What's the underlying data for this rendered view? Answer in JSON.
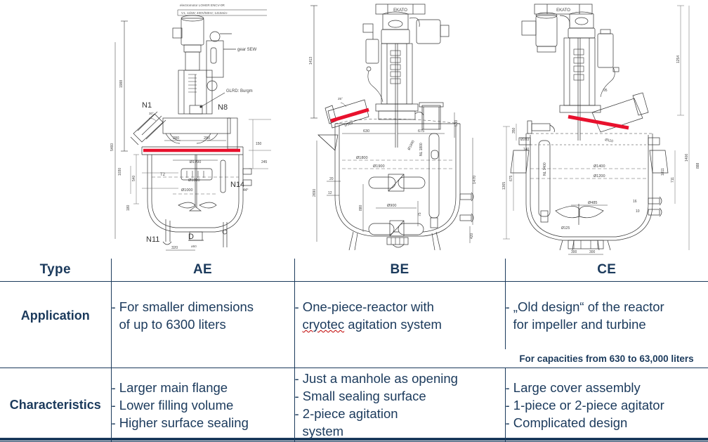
{
  "slide": {
    "title": "Reactor type comparison AE / BE / CE"
  },
  "drawings": [
    {
      "id": "drawing-ae",
      "name": "reactor-drawing-ae",
      "type_code": "AE",
      "accent_color": "#e8112d",
      "annotations": [
        "electromotor LOHER ENCV-0R",
        "V1, 11kW; 400V/50Hz; 1415min-",
        "gear SEW",
        "GLRD: Burgma",
        "N1",
        "N8",
        "N11",
        "N14",
        "D",
        "T2",
        "280",
        "280",
        "Ø1700",
        "Ø1800",
        "Ø800",
        "Ø1000",
        "320",
        "540",
        "180",
        "1988",
        "5460",
        "1030",
        "44°"
      ]
    },
    {
      "id": "drawing-be",
      "name": "reactor-drawing-be",
      "type_code": "BE",
      "accent_color": "#e8112d",
      "annotations": [
        "EKATO",
        "630",
        "675",
        "530",
        "Ø1800",
        "Ø1900",
        "Ø900",
        "NL 1800",
        "Ø1800",
        "1470",
        "880",
        "420",
        "20",
        "12",
        "25°"
      ]
    },
    {
      "id": "drawing-ce",
      "name": "reactor-drawing-ce",
      "type_code": "CE",
      "accent_color": "#e8112d",
      "annotations": [
        "EKATO",
        "Ø1400",
        "Ø1200",
        "Ø485",
        "Ø125",
        "NL 1400",
        "140",
        "300",
        "300",
        "350",
        "675",
        "1365",
        "1811",
        "888",
        "1131",
        "1406",
        "1254",
        "Ø110",
        "Ø203",
        "10",
        "16",
        "56",
        "95"
      ]
    }
  ],
  "table": {
    "header": {
      "label": "Type",
      "columns": [
        "AE",
        "BE",
        "CE"
      ]
    },
    "rows": [
      {
        "label": "Application",
        "cells": [
          {
            "lines": [
              {
                "text": "- For smaller dimensions",
                "indent": false
              },
              {
                "text": "of up to 6300 liters",
                "indent": true
              }
            ]
          },
          {
            "lines": [
              {
                "text": "- One-piece-reactor with",
                "indent": false
              },
              {
                "text": "cryotec agitation system",
                "indent": true,
                "misspelled_word": "cryotec"
              }
            ]
          },
          {
            "lines": [
              {
                "text": "- „Old design“ of the reactor",
                "indent": false
              },
              {
                "text": "for impeller and turbine",
                "indent": true
              }
            ]
          }
        ]
      },
      {
        "label": "Characteristics",
        "cells": [
          {
            "lines": [
              {
                "text": "- Larger main flange",
                "indent": false
              },
              {
                "text": "- Lower filling volume",
                "indent": false
              },
              {
                "text": "- Higher surface sealing",
                "indent": false
              }
            ]
          },
          {
            "lines": [
              {
                "text": "- Just a manhole as opening",
                "indent": false
              },
              {
                "text": "- Small sealing surface",
                "indent": false
              },
              {
                "text": "- 2-piece agitation",
                "indent": false
              },
              {
                "text": "system",
                "indent": true
              }
            ]
          },
          {
            "lines": [
              {
                "text": "- Large cover assembly",
                "indent": false
              },
              {
                "text": "- 1-piece or 2-piece agitator",
                "indent": false
              },
              {
                "text": "-  Complicated design",
                "indent": false
              }
            ]
          }
        ]
      }
    ],
    "capacity_note": "For capacities from 630 to 63,000 liters",
    "colors": {
      "text": "#1b3a5c",
      "rule": "#1b3a5c",
      "accent": "#e8112d",
      "misspell": "#c00000"
    }
  }
}
